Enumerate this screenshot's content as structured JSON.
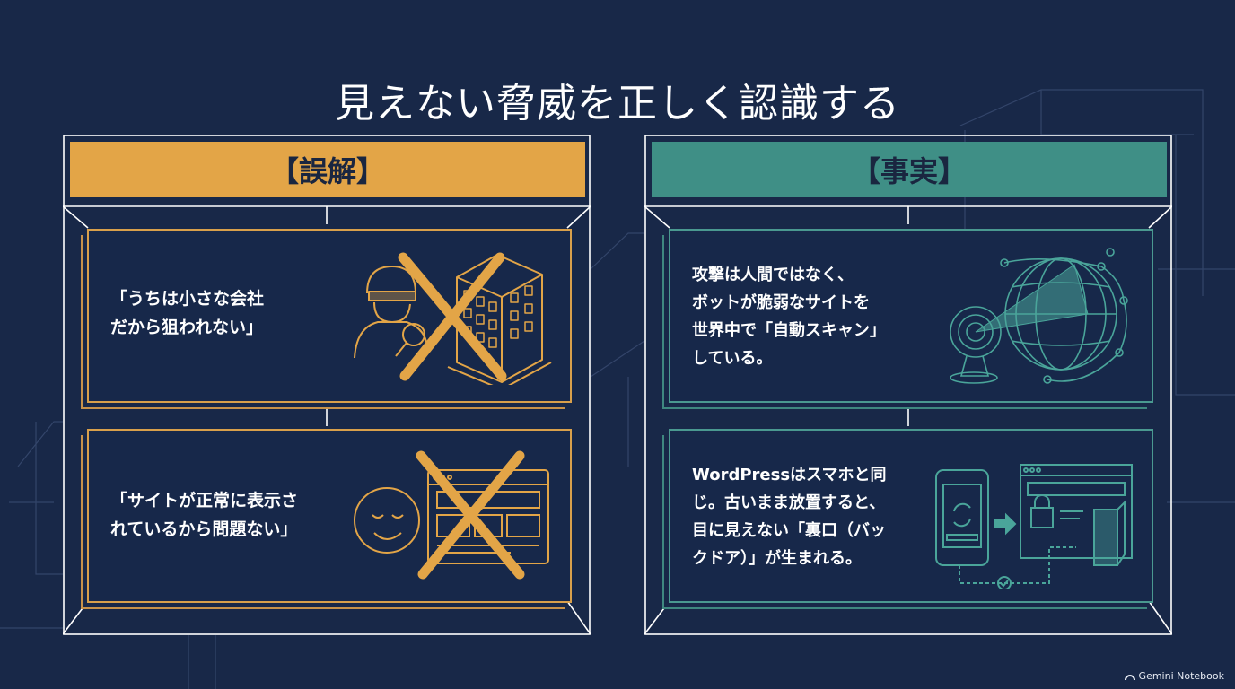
{
  "page": {
    "title": "見えない脅威を正しく認識する",
    "footer_label": "Gemini Notebook"
  },
  "misconception": {
    "header": "【誤解】",
    "accent": "#e3a547",
    "cards": [
      {
        "text": "「うちは小さな会社\nだから狙われない」",
        "icon": "hacker-building-crossed-icon"
      },
      {
        "text": "「サイトが正常に表示さ\nれているから問題ない」",
        "icon": "smiley-website-crossed-icon"
      }
    ]
  },
  "fact": {
    "header": "【事実】",
    "accent": "#3f8f86",
    "cards": [
      {
        "text": "攻撃は人間ではなく、\nボットが脆弱なサイトを\n世界中で「自動スキャン」\nしている。",
        "icon": "radar-globe-scan-icon"
      },
      {
        "text": "WordPressはスマホと同\nじ。古いまま放置すると、\n目に見えない「裏口（バッ\nクドア）」が生まれる。",
        "icon": "phone-update-backdoor-icon"
      }
    ]
  },
  "colors": {
    "background": "#182848",
    "misconception_accent": "#e3a547",
    "fact_accent": "#3f8f86",
    "frame": "#ffffff"
  }
}
